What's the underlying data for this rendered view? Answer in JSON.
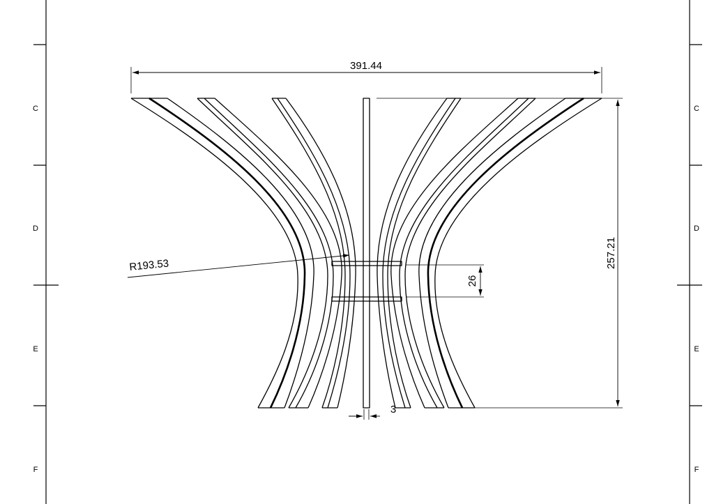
{
  "zones": [
    "C",
    "D",
    "E",
    "F"
  ],
  "dimensions": {
    "overall_width": "391.44",
    "overall_height": "257.21",
    "radius": "R193.53",
    "slot_spacing": "26",
    "board_thickness": "3"
  }
}
